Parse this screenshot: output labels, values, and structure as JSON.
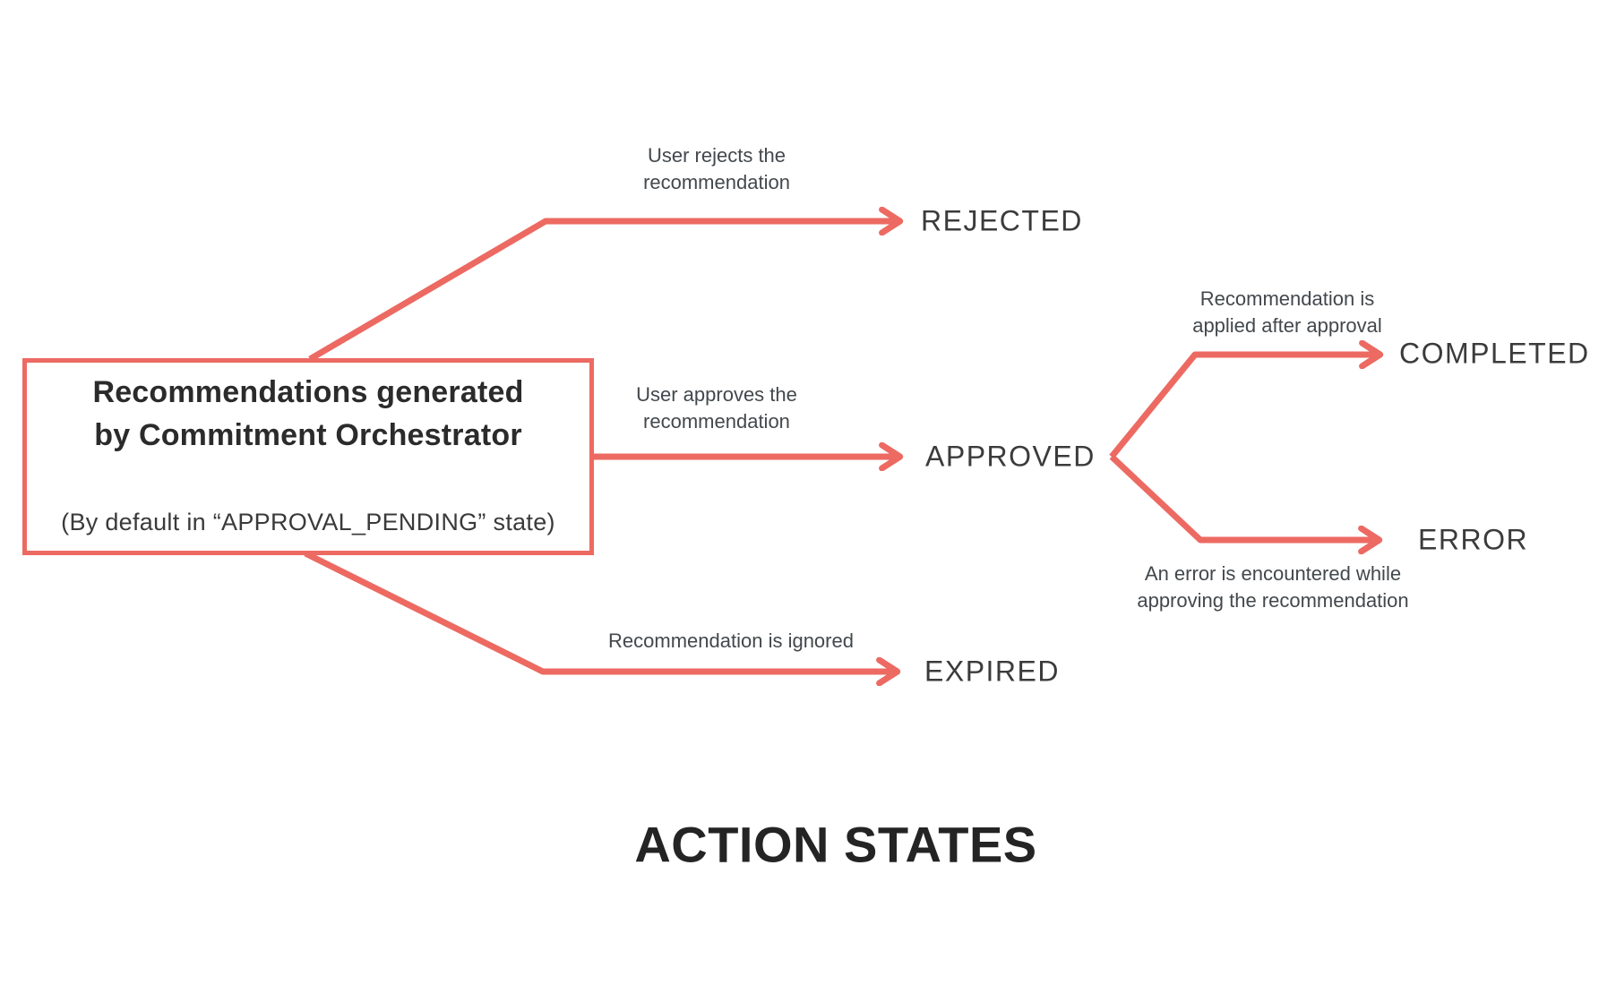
{
  "title": "ACTION STATES",
  "colors": {
    "accent": "#ec6a62",
    "heading_text": "#2b2b2b",
    "label_text": "#43484c",
    "state_text": "#3b3b3b",
    "title_text": "#242424",
    "background": "#ffffff"
  },
  "source": {
    "heading": "Recommendations generated\nby Commitment Orchestrator",
    "note": "(By default in “APPROVAL_PENDING” state)"
  },
  "transitions": {
    "reject": {
      "label": "User rejects the\nrecommendation",
      "state": "REJECTED"
    },
    "approve": {
      "label": "User approves the\nrecommendation",
      "state": "APPROVED"
    },
    "complete": {
      "label": "Recommendation is\napplied after approval",
      "state": "COMPLETED"
    },
    "error": {
      "label": "An error is encountered while\napproving the recommendation",
      "state": "ERROR"
    },
    "expire": {
      "label": "Recommendation is ignored",
      "state": "EXPIRED"
    }
  }
}
